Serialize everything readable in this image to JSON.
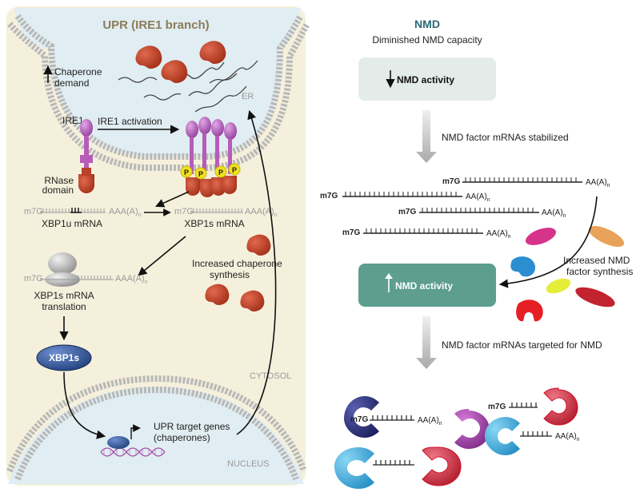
{
  "upr": {
    "title": "UPR (IRE1 branch)",
    "chaperone_demand_line1": "Chaperone",
    "chaperone_demand_line2": "demand",
    "er_label": "ER",
    "ire1_label": "IRE1",
    "ire1_activation": "IRE1 activation",
    "rnase_line1": "RNase",
    "rnase_line2": "domain",
    "phospho": "P",
    "m7g": "m7G",
    "polya": "AAA(A)",
    "polya_sub": "n",
    "xbp1u": "XBP1u mRNA",
    "xbp1s": "XBP1s mRNA",
    "translation_line1": "XBP1s mRNA",
    "translation_line2": "translation",
    "xbp1s_protein": "XBP1s",
    "increased_line1": "Increased chaperone",
    "increased_line2": "synthesis",
    "cytosol": "CYTOSOL",
    "nucleus": "NUCLEUS",
    "target_line1": "UPR target genes",
    "target_line2": "(chaperones)"
  },
  "nmd": {
    "title": "NMD",
    "subtitle": "Diminished NMD capacity",
    "box1": "NMD activity",
    "step1": "NMD factor mRNAs stabilized",
    "m7g": "m7G",
    "polya": "AA(A)",
    "polya_sub": "n",
    "box2": "NMD activity",
    "increased_line1": "Increased NMD",
    "increased_line2": "factor synthesis",
    "step2": "NMD factor mRNAs targeted for NMD"
  },
  "colors": {
    "panel_bg": "#f5f0dc",
    "er_lumen": "#dcecf6",
    "box1": "#e3ece9",
    "box2": "#5d9e90",
    "title_upr": "#8c7c5a",
    "title_nmd": "#2b6a7a",
    "rnase_label": "#c0392b"
  }
}
